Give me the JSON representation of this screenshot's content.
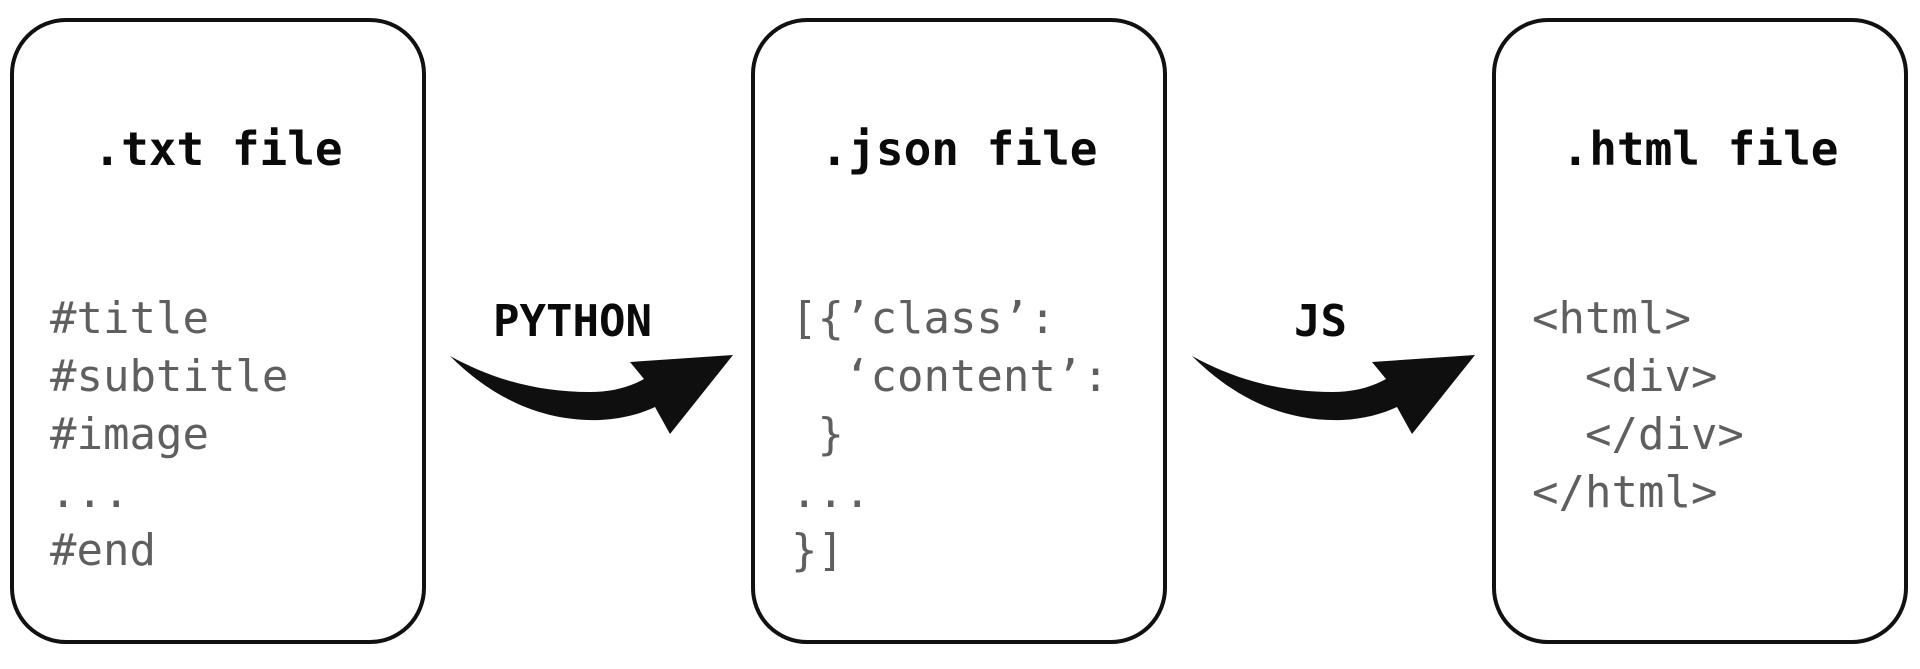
{
  "cards": [
    {
      "title": ".txt file",
      "lines": [
        "#title",
        "#subtitle",
        "#image",
        "...",
        "#end"
      ]
    },
    {
      "title": ".json file",
      "lines": [
        "[{’class’:",
        "  ‘content’:",
        " }",
        "...",
        "}]"
      ]
    },
    {
      "title": ".html file",
      "lines": [
        "<html>",
        "  <div>",
        "  </div>",
        "</html>"
      ]
    }
  ],
  "arrows": [
    {
      "label": "PYTHON"
    },
    {
      "label": "JS"
    }
  ],
  "colors": {
    "border": "#111111",
    "title": "#0a0a0a",
    "code": "#5f5f5f",
    "arrow": "#0f0f0f"
  }
}
